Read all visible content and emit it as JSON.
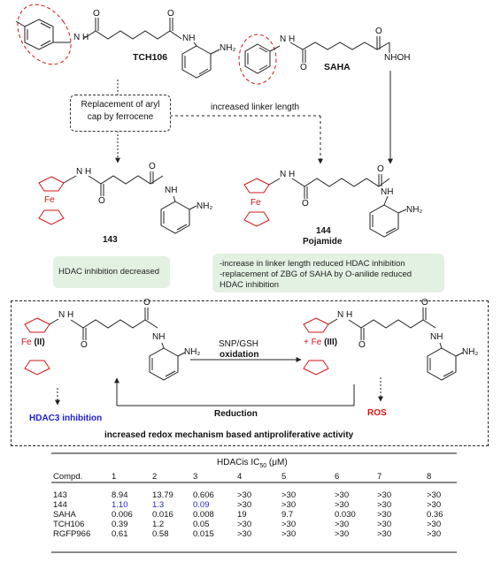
{
  "colors": {
    "red": "#d01515",
    "blue": "#1f1fd0",
    "green_box": "#e3f1e3"
  },
  "structures": {
    "tch106": {
      "name": "TCH106",
      "nh": "N\nH",
      "o": "O",
      "nh2": "NH₂",
      "nh_amide": "NH"
    },
    "saha": {
      "name": "SAHA",
      "nh": "N\nH",
      "o": "O",
      "nhoh": "NHOH"
    },
    "c143": {
      "name": "143",
      "fe": "Fe",
      "nh": "N\nH",
      "o": "O",
      "nh_amide": "NH",
      "nh2": "NH₂"
    },
    "c144": {
      "name": "144",
      "alias": "Pojamide",
      "fe": "Fe",
      "nh": "N\nH",
      "o": "O",
      "nh_amide": "NH",
      "nh2": "NH₂"
    }
  },
  "annotations": {
    "replacement": "Replacement of aryl cap by ferrocene",
    "linker": "increased linker length",
    "hdac_decreased": "HDAC inhibition decreased",
    "note_144": "-increase in linker length reduced HDAC inhibition\n-replacement of ZBG of SAHA by O-anilide reduced HDAC inhibition"
  },
  "mechanism": {
    "fe_ii": "Fe",
    "ox_ii": "(II)",
    "fe_iii": "+ Fe",
    "ox_iii": "(III)",
    "snp": "SNP/GSH",
    "oxidation": "oxidation",
    "reduction": "Reduction",
    "hdac3": "HDAC3 inhibition",
    "ros": "ROS",
    "summary": "increased redox mechanism based antiproliferative activity",
    "nh": "N\nH",
    "o": "O",
    "nh_amide": "NH",
    "nh2": "NH₂"
  },
  "table": {
    "title_prefix": "HDACis  IC",
    "title_sub": "50",
    "title_unit": " (μM)",
    "headers": [
      "Compd.",
      "1",
      "2",
      "3",
      "4",
      "5",
      "6",
      "7",
      "8"
    ],
    "rows": [
      {
        "name": "143",
        "values": [
          "8.94",
          "13.79",
          "0.606",
          ">30",
          ">30",
          ">30",
          ">30",
          ">30"
        ]
      },
      {
        "name": "144",
        "values": [
          "1.10",
          "1.3",
          "0.09",
          ">30",
          ">30",
          ">30",
          ">30",
          ">30"
        ]
      },
      {
        "name": "SAHA",
        "values": [
          "0.006",
          "0.016",
          "0.008",
          "19",
          "9.7",
          "0.030",
          ">30",
          "0.36"
        ]
      },
      {
        "name": "TCH106",
        "values": [
          "0.39",
          "1.2",
          "0.05",
          ">30",
          ">30",
          ">30",
          ">30",
          ">30"
        ]
      },
      {
        "name": "RGFP966",
        "values": [
          "0.61",
          "0.58",
          "0.015",
          ">30",
          ">30",
          ">30",
          ">30",
          ">30"
        ]
      }
    ],
    "blue_row_index": 1,
    "blue_cols": [
      0,
      1,
      2
    ]
  }
}
